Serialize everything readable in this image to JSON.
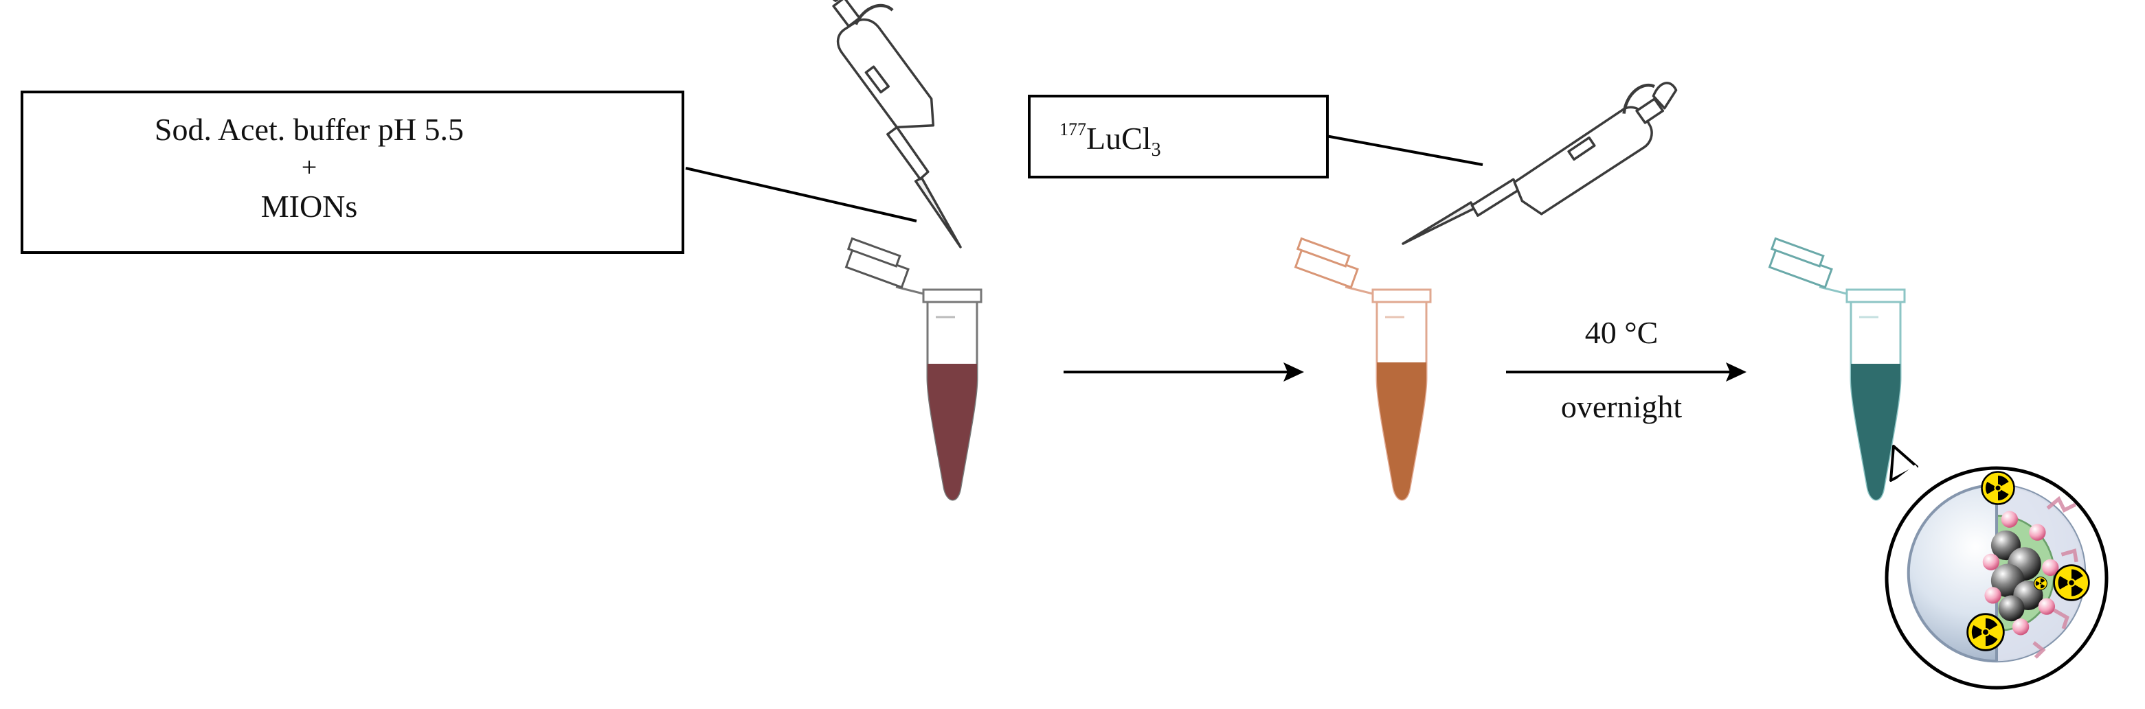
{
  "label_left": {
    "line1": "Sod. Acet. buffer pH 5.5",
    "plus": "+",
    "line2": "MIONs"
  },
  "label_middle": {
    "mass_number": "177",
    "element": "LuCl",
    "subscript": "3"
  },
  "step_arrow": {
    "temperature": "40 °C",
    "duration": "overnight"
  },
  "colors": {
    "tube1_liquid": "#7a3e43",
    "tube2_liquid": "#b86a3c",
    "tube3_liquid": "#2f6d6d",
    "tube1_outline": "#6a6a6a",
    "tube2_outline": "#e0a890",
    "tube3_outline": "#8cc5c5",
    "radiation_yellow": "#ffe100",
    "particle_shell": "#c9d6e6",
    "particle_core": "#9fd39a",
    "particle_dots": "#f29ab4"
  },
  "icons": [
    "pipette-icon",
    "microtube-icon",
    "nanoparticle-icon",
    "radiation-trefoil-icon",
    "arrow-right-icon"
  ]
}
